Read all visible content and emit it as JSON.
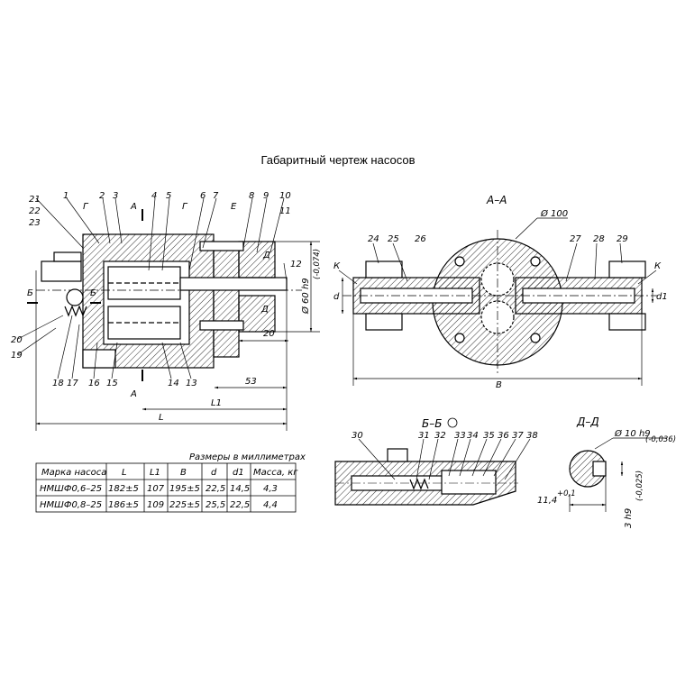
{
  "title": "Габаритный чертеж насосов",
  "part_labels": {
    "p1": "1",
    "p2": "2",
    "p3": "3",
    "p4": "4",
    "p5": "5",
    "p6": "6",
    "p7": "7",
    "p8": "8",
    "p9": "9",
    "p10": "10",
    "p11": "11",
    "p12": "12",
    "p13": "13",
    "p14": "14",
    "p15": "15",
    "p16": "16",
    "p17": "17",
    "p18": "18",
    "p19": "19",
    "p20": "20",
    "p21": "21",
    "p22": "22",
    "p23": "23",
    "p24": "24",
    "p25": "25",
    "p26": "26",
    "p27": "27",
    "p28": "28",
    "p29": "29",
    "p30": "30",
    "p31": "31",
    "p32": "32",
    "p33": "33",
    "p34": "34",
    "p35": "35",
    "p36": "36",
    "p37": "37",
    "p38": "38"
  },
  "markers": {
    "A": "А",
    "B": "Б",
    "G": "Г",
    "E": "Е",
    "D": "Д",
    "K": "К"
  },
  "dimensions": {
    "d60": "Ø 60 h9",
    "d60_tol": "(-0,074)",
    "d100": "Ø 100",
    "d10": "Ø 10 h9",
    "d10_tol": "(-0,036)",
    "dim20": "20",
    "dim53": "53",
    "L": "L",
    "L1": "L1",
    "B": "B",
    "d": "d",
    "d1": "d1",
    "dim114": "11,4",
    "dim114_tol": "+0,1",
    "dim3": "3 h9",
    "dim3_tol": "(-0,025)"
  },
  "sections": {
    "AA": "А–А",
    "BB": "Б–Б",
    "DD": "Д–Д"
  },
  "table": {
    "caption": "Размеры в миллиметрах",
    "headers": [
      "Марка насоса",
      "L",
      "L1",
      "B",
      "d",
      "d1",
      "Масса, кг"
    ],
    "rows": [
      [
        "НМШФ0,6–25",
        "182±5",
        "107",
        "195±5",
        "22,5",
        "14,5",
        "4,3"
      ],
      [
        "НМШФ0,8–25",
        "186±5",
        "109",
        "225±5",
        "25,5",
        "22,5",
        "4,4"
      ]
    ]
  }
}
